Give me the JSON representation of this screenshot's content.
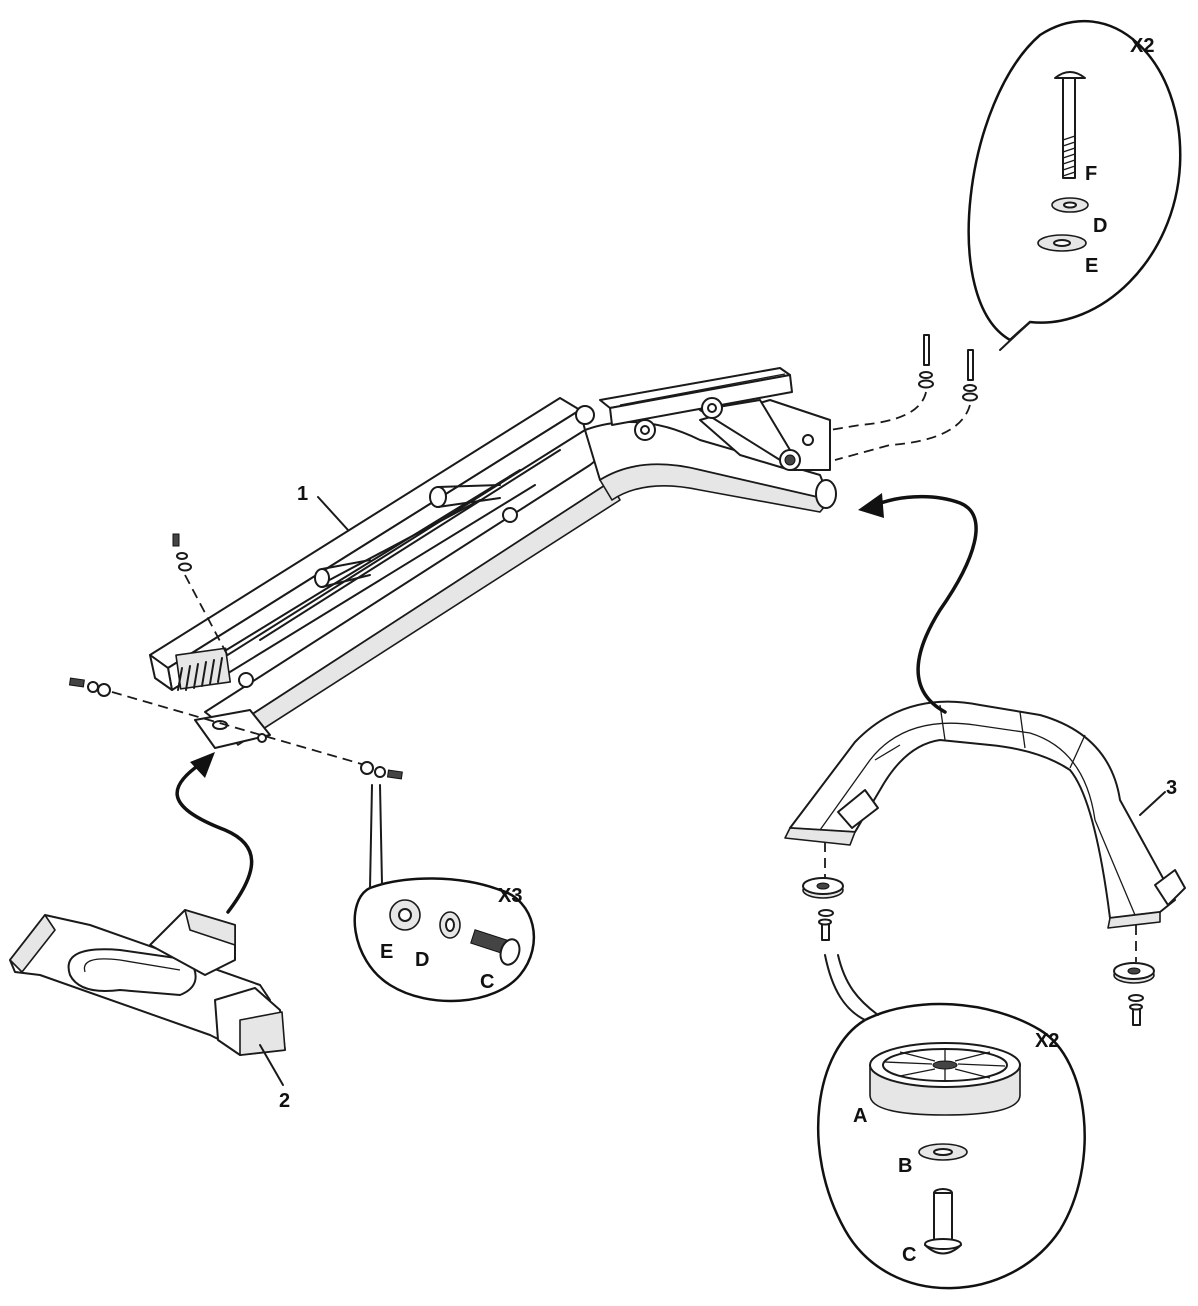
{
  "parts": {
    "frame": "1",
    "front_stabilizer": "2",
    "rear_stabilizer": "3"
  },
  "callouts": {
    "top_bolts": {
      "quantity": "X2",
      "bolt": "F",
      "lock_washer": "D",
      "flat_washer": "E"
    },
    "side_bolts": {
      "quantity": "X3",
      "flat_washer": "E",
      "lock_washer": "D",
      "bolt": "C"
    },
    "wheels": {
      "quantity": "X2",
      "wheel": "A",
      "washer": "B",
      "bolt": "C"
    }
  }
}
